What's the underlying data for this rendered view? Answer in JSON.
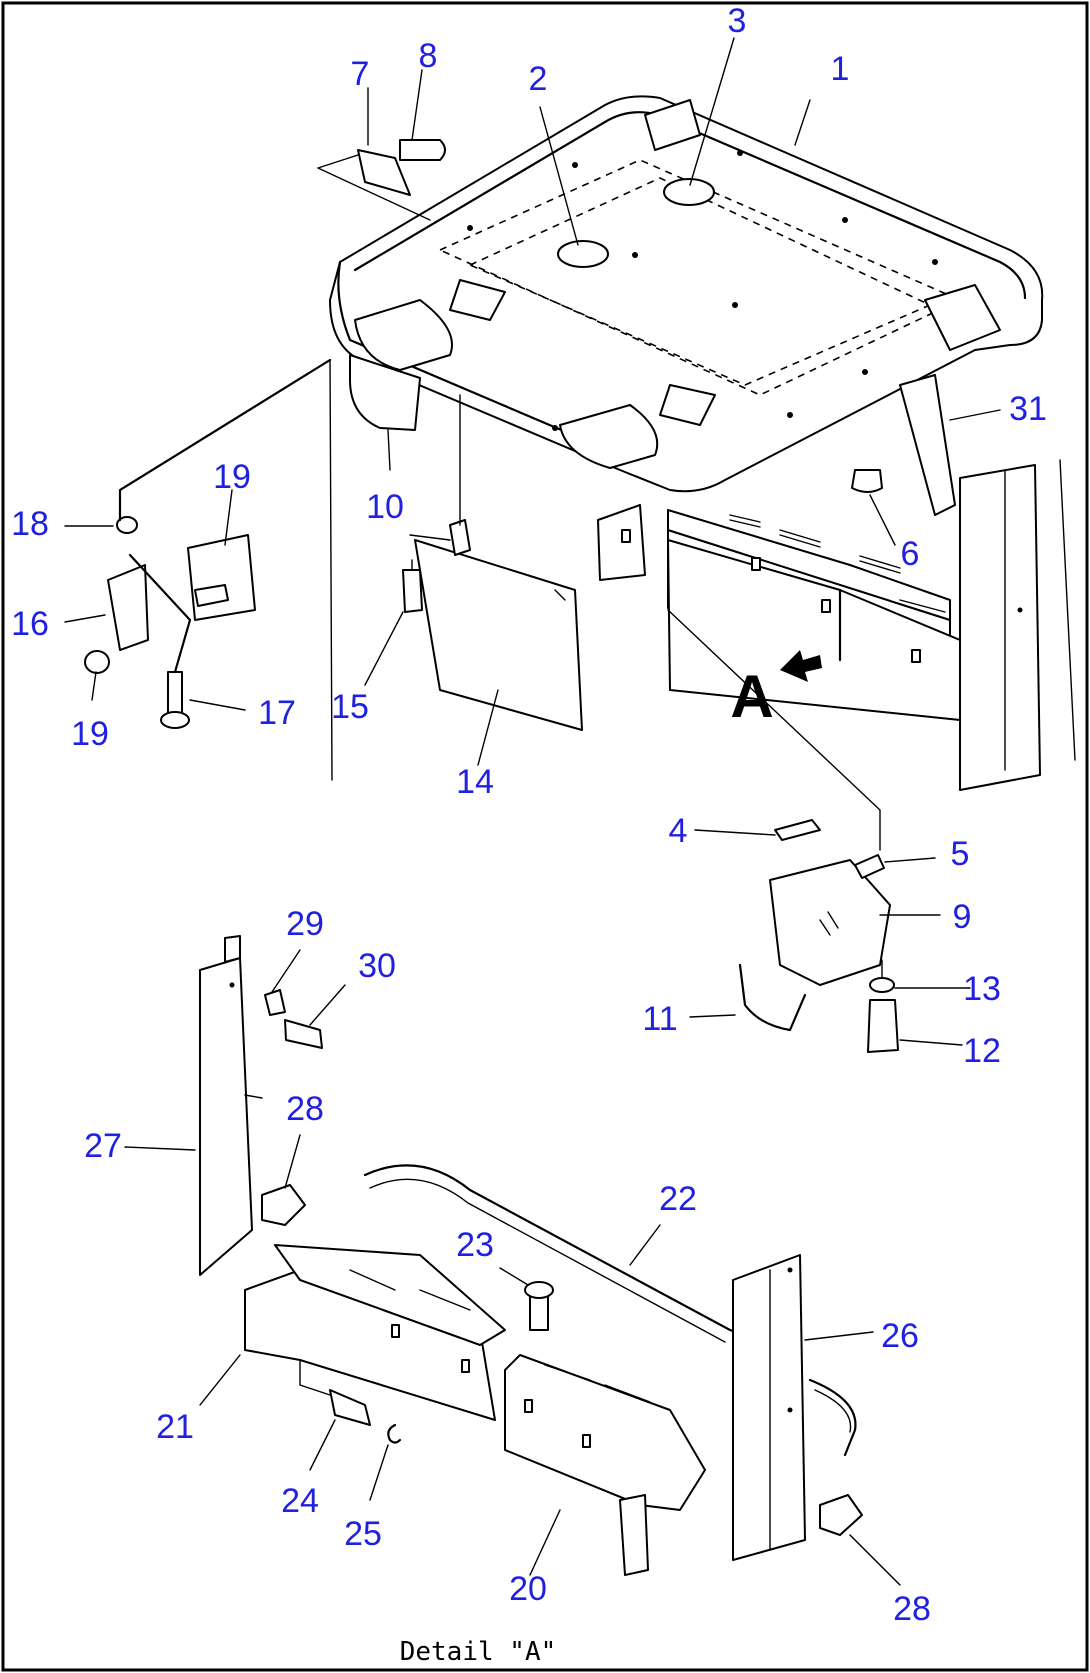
{
  "callouts": [
    "1",
    "2",
    "3",
    "4",
    "5",
    "6",
    "7",
    "8",
    "9",
    "10",
    "11",
    "12",
    "13",
    "14",
    "15",
    "16",
    "17",
    "18",
    "19",
    "19",
    "20",
    "21",
    "22",
    "23",
    "24",
    "25",
    "26",
    "27",
    "28",
    "28",
    "29",
    "30",
    "31"
  ],
  "detail_marker": "A",
  "caption": "Detail \"A\"",
  "colors": {
    "callout": "#2020e0",
    "line": "#000000",
    "background": "#ffffff"
  }
}
